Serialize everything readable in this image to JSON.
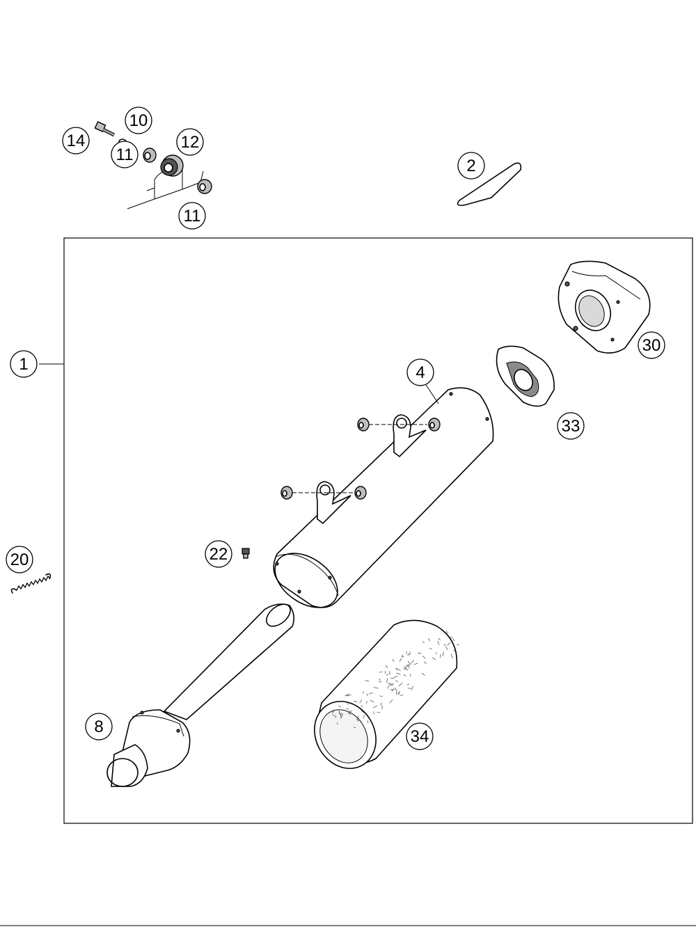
{
  "diagram": {
    "callouts": [
      {
        "id": "c1",
        "label": "1"
      },
      {
        "id": "c2",
        "label": "2"
      },
      {
        "id": "c4",
        "label": "4"
      },
      {
        "id": "c8",
        "label": "8"
      },
      {
        "id": "c10",
        "label": "10"
      },
      {
        "id": "c11a",
        "label": "11"
      },
      {
        "id": "c11b",
        "label": "11"
      },
      {
        "id": "c12",
        "label": "12"
      },
      {
        "id": "c14",
        "label": "14"
      },
      {
        "id": "c20",
        "label": "20"
      },
      {
        "id": "c22",
        "label": "22"
      },
      {
        "id": "c30",
        "label": "30"
      },
      {
        "id": "c33",
        "label": "33"
      },
      {
        "id": "c34",
        "label": "34"
      }
    ]
  }
}
